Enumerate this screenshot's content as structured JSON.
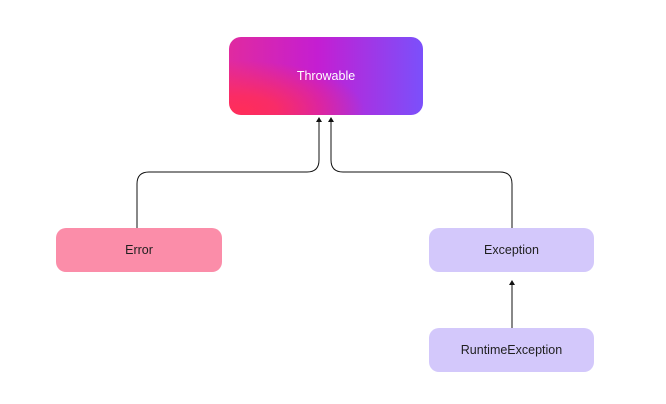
{
  "diagram": {
    "nodes": {
      "throwable": "Throwable",
      "error": "Error",
      "exception": "Exception",
      "runtime_exception": "RuntimeException"
    },
    "edges": [
      {
        "from": "Error",
        "to": "Throwable"
      },
      {
        "from": "Exception",
        "to": "Throwable"
      },
      {
        "from": "RuntimeException",
        "to": "Exception"
      }
    ],
    "colors": {
      "throwable_gradient": [
        "#ff2d5a",
        "#c41ed2",
        "#7b50fb"
      ],
      "error_fill": "#fb8da9",
      "exception_fill": "#d3c8fb",
      "runtime_exception_fill": "#d3c8fb",
      "connector": "#111111"
    }
  }
}
